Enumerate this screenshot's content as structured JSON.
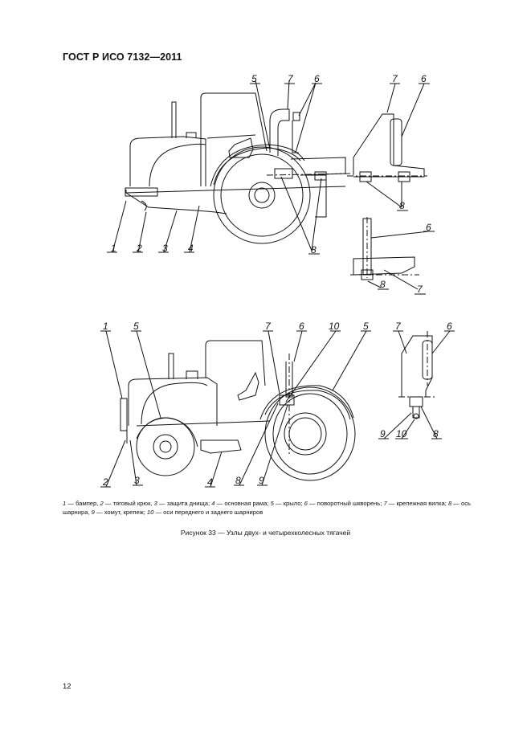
{
  "header": {
    "title": "ГОСТ Р ИСО 7132—2011"
  },
  "callouts": [
    "1",
    "2",
    "3",
    "4",
    "5",
    "6",
    "7",
    "8",
    "9",
    "10"
  ],
  "legend": [
    {
      "num": "1",
      "text": " — бампер, "
    },
    {
      "num": "2",
      "text": " — тяговый крюк, "
    },
    {
      "num": "3",
      "text": " — защита днища; "
    },
    {
      "num": "4",
      "text": " — основная рама; "
    },
    {
      "num": "5",
      "text": " — крыло; "
    },
    {
      "num": "6",
      "text": " — поворотный шкворень; "
    },
    {
      "num": "7",
      "text": " — крепежная вилка; "
    },
    {
      "num": "8",
      "text": " — ось шарнира, "
    },
    {
      "num": "9",
      "text": " — хомут, крепеж; "
    },
    {
      "num": "10",
      "text": " — оси переднего и заднего шарниров"
    }
  ],
  "figure_title": "Рисунок 33 — Узлы двух- и четырехколесных тягачей",
  "page_number": "12"
}
